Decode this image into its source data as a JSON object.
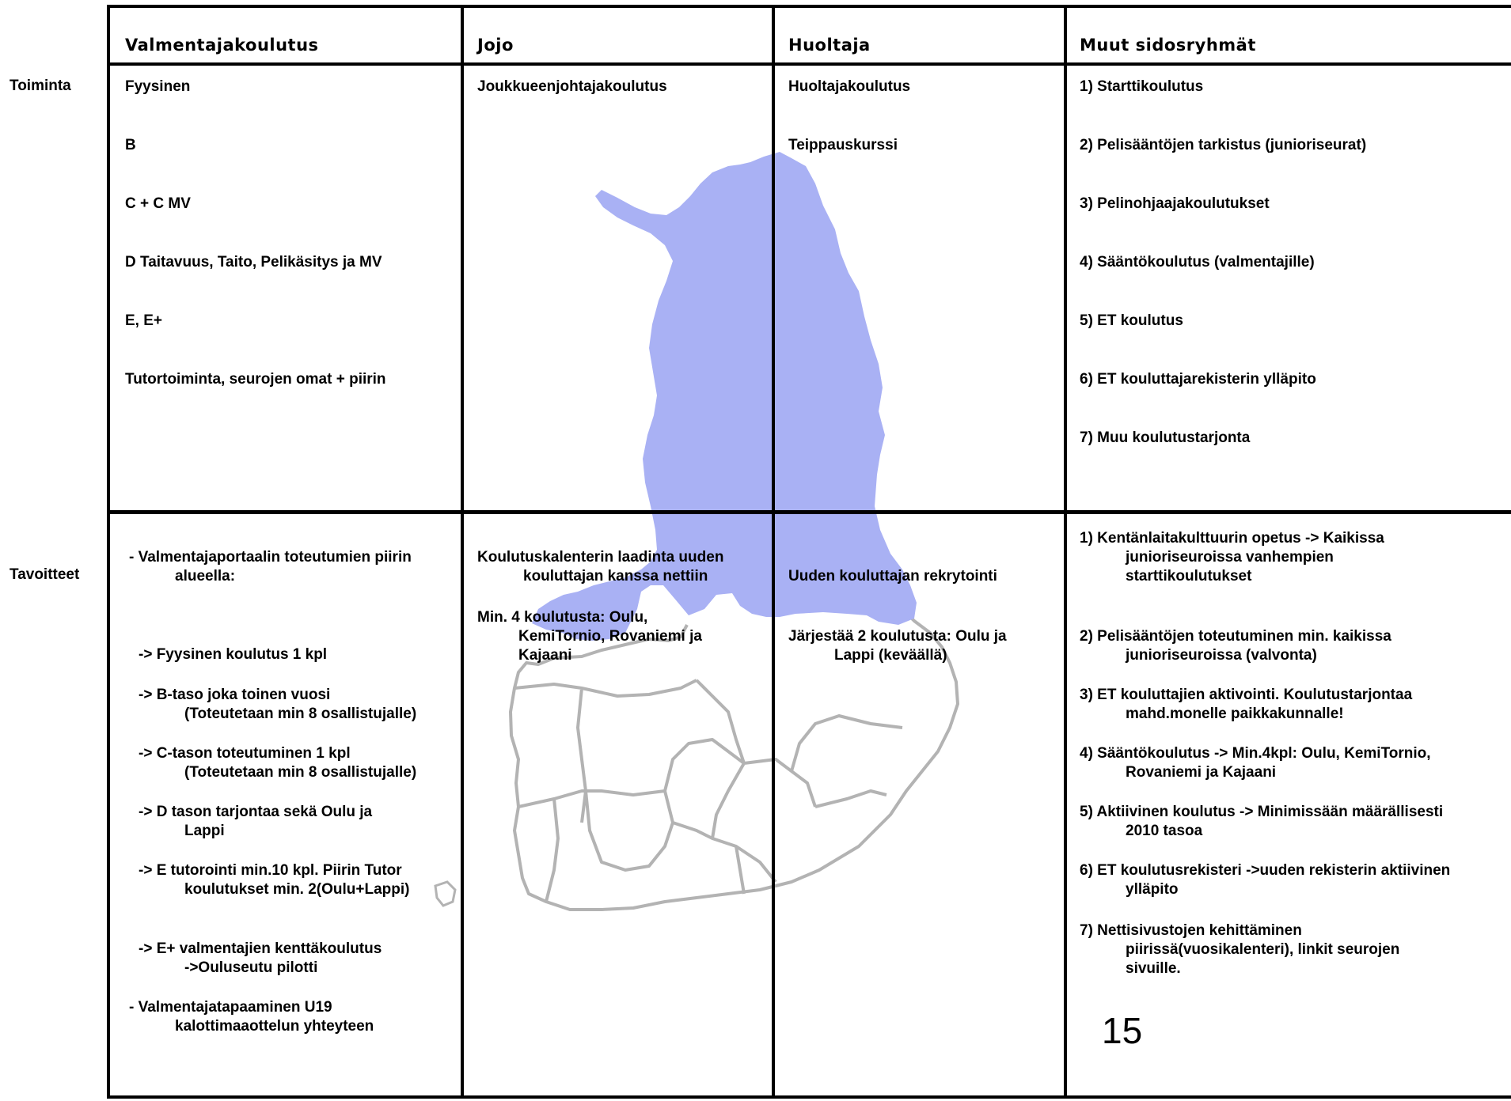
{
  "row_labels": {
    "toiminta": "Toiminta",
    "tavoitteet": "Tavoitteet"
  },
  "headers": {
    "c1": "Valmentajakoulutus",
    "c2": "Jojo",
    "c3": "Huoltaja",
    "c4": "Muut sidosryhmät"
  },
  "toiminta": {
    "c1": [
      "Fyysinen",
      "B",
      "C + C MV",
      "D Taitavuus, Taito, Pelikäsitys  ja MV",
      "E, E+",
      "Tutortoiminta, seurojen omat + piirin"
    ],
    "c2": [
      "Joukkueenjohtajakoulutus"
    ],
    "c3": [
      "Huoltajakoulutus",
      "Teippauskurssi"
    ],
    "c4": [
      "1) Starttikoulutus",
      "2) Pelisääntöjen tarkistus (junioriseurat)",
      "3) Pelinohjaajakoulutukset",
      "4) Sääntökoulutus (valmentajille)",
      "5) ET koulutus",
      "6) ET kouluttajarekisterin ylläpito",
      "7) Muu koulutustarjonta"
    ]
  },
  "tavoitteet": {
    "c1": [
      "- Valmentajaportaalin toteutumien piirin\nalueella:",
      "-> Fyysinen koulutus 1 kpl",
      "-> B-taso joka toinen vuosi\n(Toteutetaan min 8 osallistujalle)",
      "-> C-tason toteutuminen 1 kpl\n(Toteutetaan min 8 osallistujalle)",
      "-> D tason tarjontaa sekä Oulu ja\nLappi",
      "-> E tutorointi min.10 kpl. Piirin Tutor\nkoulutukset min. 2(Oulu+Lappi)",
      "-> E+ valmentajien kenttäkoulutus\n->Ouluseutu pilotti",
      "- Valmentajatapaaminen U19\nkalottimaaottelun yhteyteen"
    ],
    "c2": [
      "Koulutuskalenterin laadinta uuden\nkouluttajan kanssa nettiin",
      "Min. 4 koulutusta: Oulu,\nKemiTornio, Rovaniemi ja\nKajaani"
    ],
    "c3": [
      "Uuden kouluttajan rekrytointi",
      "Järjestää 2 koulutusta: Oulu ja\nLappi (keväällä)"
    ],
    "c4": [
      "1) Kentänlaitakulttuurin opetus -> Kaikissa\njunioriseuroissa vanhempien\nstarttikoulutukset",
      "2) Pelisääntöjen toteutuminen min. kaikissa\njunioriseuroissa (valvonta)",
      "3) ET kouluttajien aktivointi. Koulutustarjontaa\nmahd.monelle paikkakunnalle!",
      "4) Sääntökoulutus -> Min.4kpl: Oulu, KemiTornio,\nRovaniemi ja Kajaani",
      "5) Aktiivinen koulutus -> Minimissään määrällisesti\n2010 tasoa",
      "6) ET koulutusrekisteri ->uuden rekisterin aktiivinen\nylläpito",
      "7) Nettisivustojen kehittäminen\npiirissä(vuosikalenteri), linkit seurojen\nsivuille."
    ]
  },
  "page_number": "15",
  "colors": {
    "map_fill": "#a9b1f4",
    "map_border": "#b3b3b3",
    "grid": "#000000"
  },
  "background_image": "finland-map"
}
